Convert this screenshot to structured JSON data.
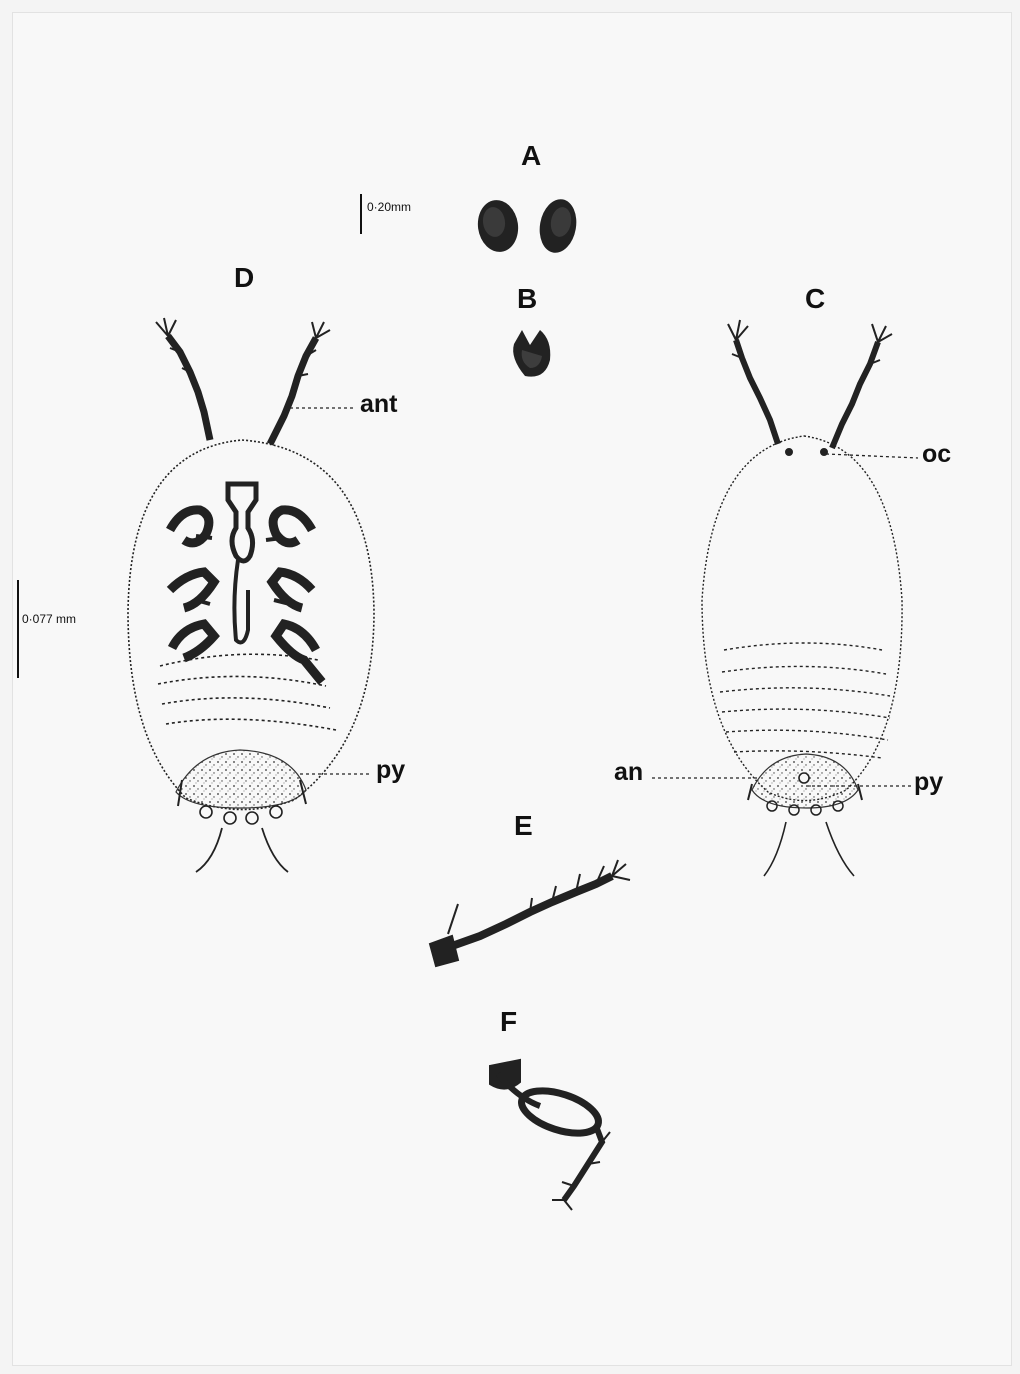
{
  "panels": {
    "a": "A",
    "b": "B",
    "c": "C",
    "d": "D",
    "e": "E",
    "f": "F"
  },
  "scales": {
    "egg": "0·20mm",
    "body": "0·077 mm"
  },
  "labels": {
    "ant": "ant",
    "oc": "oc",
    "py_d": "py",
    "py_c": "py",
    "an": "an"
  }
}
